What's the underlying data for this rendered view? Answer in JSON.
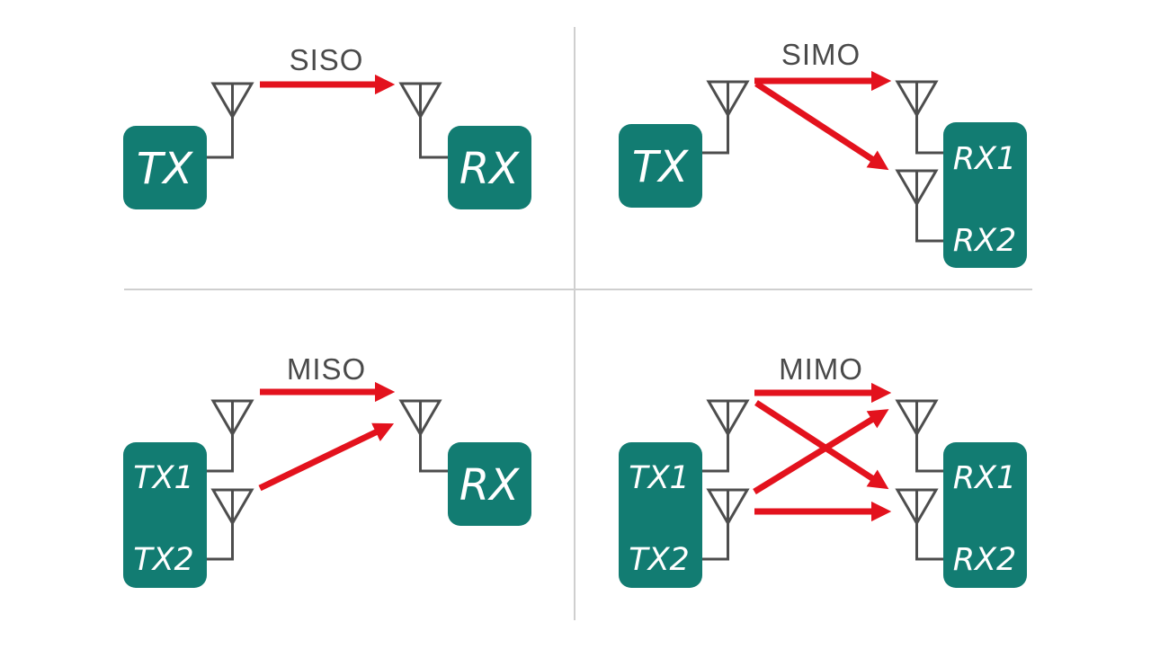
{
  "colors": {
    "box": "#127c72",
    "arrow": "#e3121d",
    "antenna": "#4d4d4d",
    "divider": "#cfcfcf"
  },
  "panels": {
    "siso": {
      "title": "SISO",
      "tx": "TX",
      "rx": "RX"
    },
    "simo": {
      "title": "SIMO",
      "tx": "TX",
      "rx1": "RX1",
      "rx2": "RX2"
    },
    "miso": {
      "title": "MISO",
      "tx1": "TX1",
      "tx2": "TX2",
      "rx": "RX"
    },
    "mimo": {
      "title": "MIMO",
      "tx1": "TX1",
      "tx2": "TX2",
      "rx1": "RX1",
      "rx2": "RX2"
    }
  }
}
